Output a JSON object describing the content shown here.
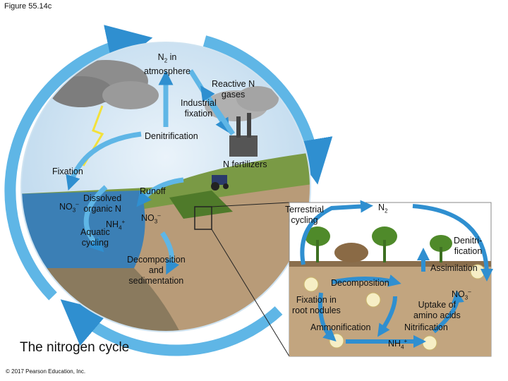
{
  "figure_label": "Figure 55.14c",
  "title": "The nitrogen cycle",
  "copyright": "© 2017 Pearson Education, Inc.",
  "colors": {
    "cycle_arrow": "#5fb6e6",
    "cycle_arrow_dark": "#2f8fd0",
    "sky": "#cfe3f1",
    "water": "#3b7fb5",
    "soil": "#b89b78",
    "ground": "#8a7a5e",
    "grass": "#5f8f35",
    "inset_border": "#2f8fd0",
    "cloud_grey": "#9a9a9a",
    "lightning": "#f3e13a"
  },
  "labels": {
    "n2_atmosphere": "N",
    "n2_atmosphere_sub": "2",
    "n2_atmosphere_rest": " in",
    "atmosphere": "atmosphere",
    "reactive_n": "Reactive N",
    "gases": "gases",
    "industrial": "Industrial",
    "fixation_small": "fixation",
    "denitrification": "Denitrification",
    "n_fertilizers": "N fertilizers",
    "fixation": "Fixation",
    "runoff": "Runoff",
    "no3": "NO",
    "no3_sub": "3",
    "no3_sup": "–",
    "dissolved": "Dissolved",
    "organic_n": "organic N",
    "nh4": "NH",
    "nh4_sub": "4",
    "nh4_sup": "+",
    "aquatic": "Aquatic",
    "cycling": "cycling",
    "decomposition_and": "Decomposition",
    "and": "and",
    "sedimentation": "sedimentation"
  },
  "inset": {
    "terrestrial": "Terrestrial",
    "cycling": "cycling",
    "n2": "N",
    "n2_sub": "2",
    "denitri": "Denitri-",
    "fication": "fication",
    "assimilation": "Assimilation",
    "decomposition": "Decomposition",
    "no3": "NO",
    "no3_sub": "3",
    "no3_sup": "–",
    "fixation_in": "Fixation in",
    "root_nodules": "root nodules",
    "uptake_of": "Uptake of",
    "amino_acids": "amino acids",
    "ammonification": "Ammonification",
    "nitrification": "Nitrification",
    "nh4": "NH",
    "nh4_sub": "4",
    "nh4_sup": "+"
  }
}
